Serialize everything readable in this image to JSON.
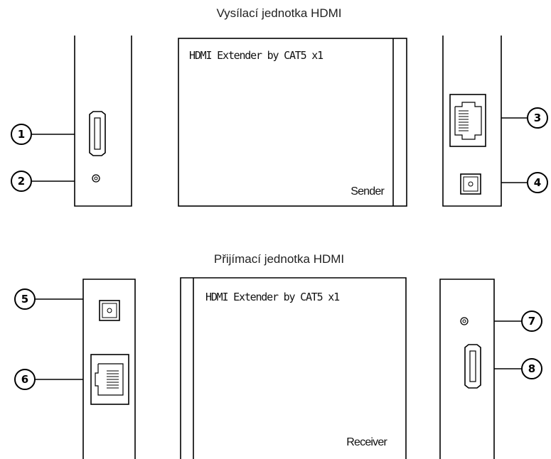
{
  "sender": {
    "title": "Vysílací jednotka HDMI",
    "device_label": "HDMI Extender by CAT5 x1",
    "side_label": "Sender",
    "callouts": [
      "1",
      "2",
      "3",
      "4"
    ]
  },
  "receiver": {
    "title": "Přijímací jednotka HDMI",
    "device_label": "HDMI Extender by CAT5 x1",
    "side_label": "Receiver",
    "callouts": [
      "5",
      "6",
      "7",
      "8"
    ]
  },
  "icons": {
    "hdmi_port": "hdmi-port-icon",
    "led": "led-indicator-icon",
    "rj45_port": "rj45-port-icon",
    "dc_jack": "dc-power-jack-icon"
  }
}
